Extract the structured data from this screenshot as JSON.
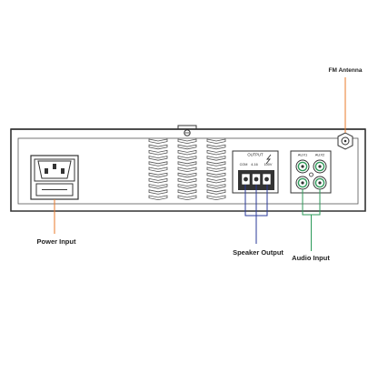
{
  "callouts": {
    "fm_antenna": "FM Antenna",
    "power_input": "Power Input",
    "speaker_output": "Speaker Output",
    "audio_input": "Audio Input"
  },
  "panel": {
    "output_title": "OUTPUT",
    "terminal_labels": [
      "COM",
      "4-16",
      "100V"
    ],
    "aux_labels": [
      "AUX1",
      "AUX2"
    ]
  },
  "colors": {
    "power": "#e8782a",
    "speaker": "#2a3a9a",
    "audio": "#2e9a5a",
    "antenna": "#e8782a"
  }
}
